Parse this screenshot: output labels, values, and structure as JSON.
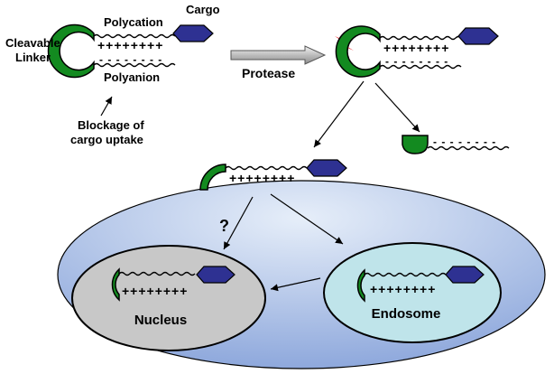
{
  "labels": {
    "polycation": "Polycation",
    "cargo": "Cargo",
    "cleavable_linker_line1": "Cleavable",
    "cleavable_linker_line2": "Linker",
    "polyanion": "Polyanion",
    "blockage_line1": "Blockage of",
    "blockage_line2": "cargo uptake",
    "protease": "Protease",
    "question_mark": "?",
    "nucleus": "Nucleus",
    "endosome": "Endosome"
  },
  "charges": {
    "positive": "++++++++",
    "negative": "- - - - - - - -"
  },
  "colors": {
    "linker_green": "#138a20",
    "cargo_blue": "#2e3192",
    "cell_fill_top": "#e3ebf7",
    "cell_fill_bottom": "#95aee0",
    "nucleus_fill": "#c8c8c8",
    "endosome_fill": "#bfe4ea",
    "cleave_mark": "#e8202a"
  }
}
